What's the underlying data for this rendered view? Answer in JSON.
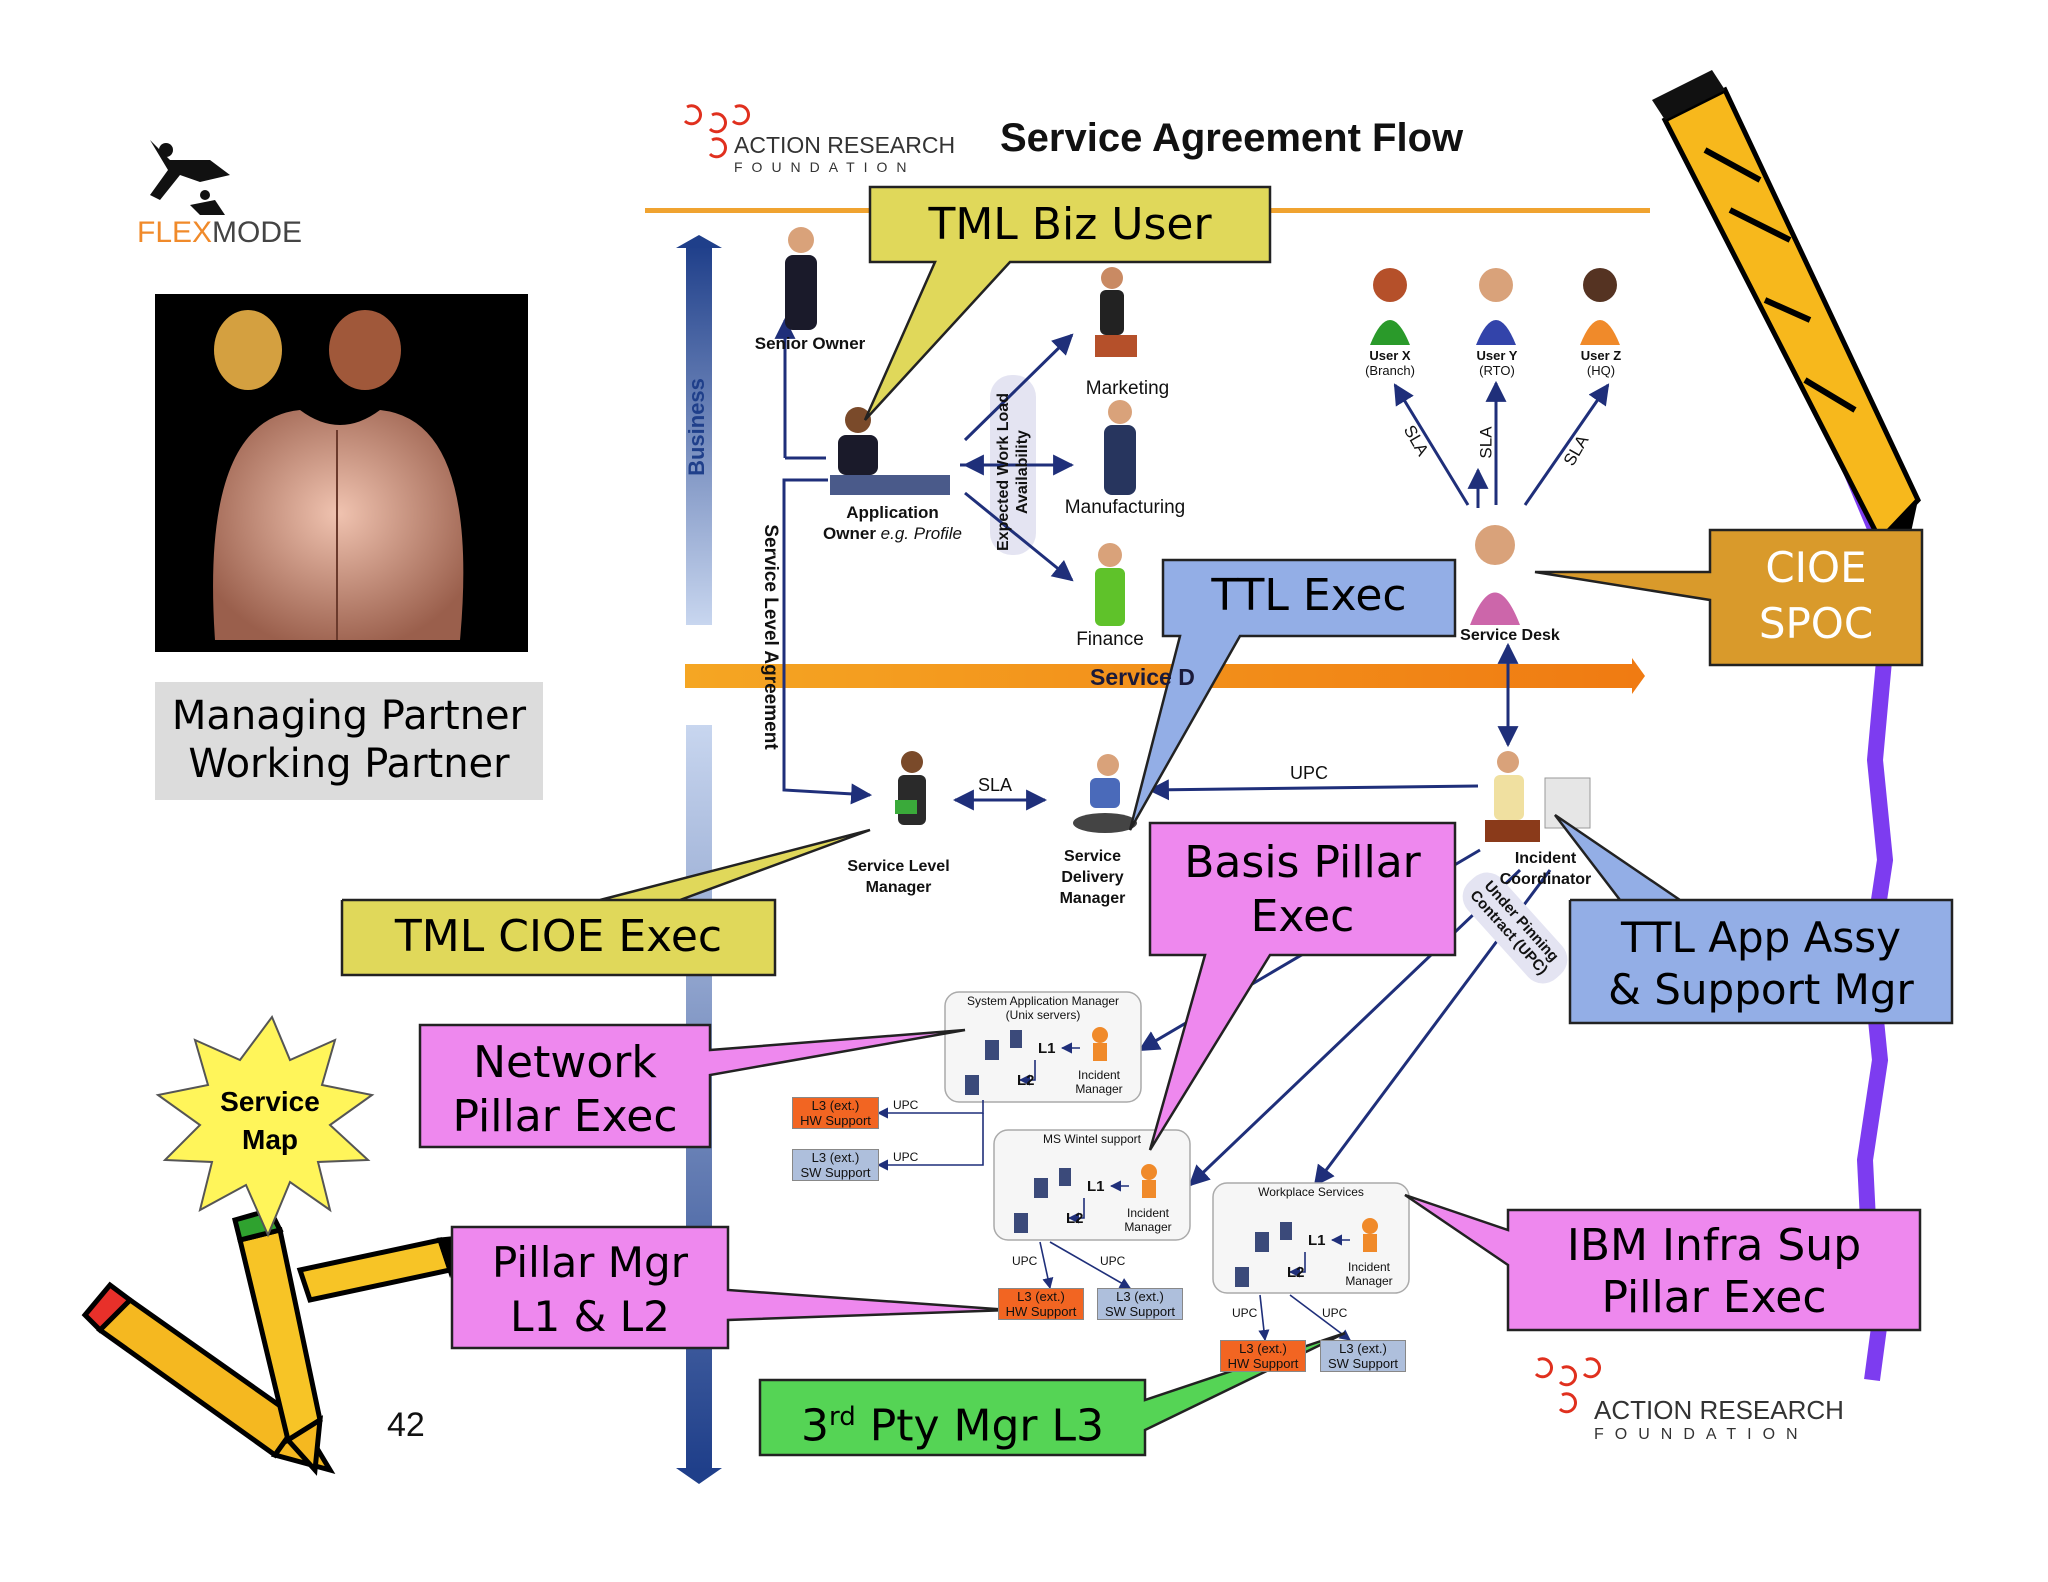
{
  "title": "Service Agreement Flow",
  "page_number": "42",
  "logos": {
    "flexmode_a": "FLEX",
    "flexmode_b": "MODE",
    "arf_line1": "ACTION RESEARCH",
    "arf_line2": "FOUNDATION"
  },
  "partner_box": {
    "line1": "Managing Partner",
    "line2": "Working Partner"
  },
  "starburst": {
    "line1": "Service",
    "line2": "Map"
  },
  "axis": {
    "business": "Business",
    "service_delivery": "Service D",
    "sla_vertical": "Service Level Agreement",
    "workload": "Expected Work Load",
    "availability": "Availability"
  },
  "roles": {
    "senior_owner": "Senior Owner",
    "app_owner_1": "Application",
    "app_owner_2a": "Owner",
    "app_owner_2b": " e.g. Profile",
    "marketing": "Marketing",
    "manufacturing": "Manufacturing",
    "finance": "Finance",
    "user_x": "User X",
    "user_x_sub": "(Branch)",
    "user_y": "User Y",
    "user_y_sub": "(RTO)",
    "user_z": "User Z",
    "user_z_sub": "(HQ)",
    "service_desk": "Service Desk",
    "slm_1": "Service Level",
    "slm_2": "Manager",
    "sdm_1": "Service",
    "sdm_2": "Delivery",
    "sdm_3": "Manager",
    "ic_1": "Incident",
    "ic_2": "Coordinator"
  },
  "flow_labels": {
    "sla": "SLA",
    "upc": "UPC",
    "upc_contract_1": "Under Pinning",
    "upc_contract_2": "Contract (UPC)"
  },
  "pillars": [
    {
      "title_1": "System Application Manager",
      "title_2": "(Unix servers)",
      "l1": "L1",
      "l2": "L2",
      "im_1": "Incident",
      "im_2": "Manager",
      "hw": [
        "L3 (ext.)",
        "HW Support"
      ],
      "sw": [
        "L3 (ext.)",
        "SW Support"
      ],
      "upc_hw": "UPC",
      "upc_sw": "UPC"
    },
    {
      "title_1": "MS Wintel support",
      "l1": "L1",
      "l2": "L2",
      "im_1": "Incident",
      "im_2": "Manager",
      "hw": [
        "L3 (ext.)",
        "HW Support"
      ],
      "sw": [
        "L3 (ext.)",
        "SW Support"
      ],
      "upc_hw": "UPC",
      "upc_sw": "UPC"
    },
    {
      "title_1": "Workplace Services",
      "l1": "L1",
      "l2": "L2",
      "im_1": "Incident",
      "im_2": "Manager",
      "hw": [
        "L3 (ext.)",
        "HW Support"
      ],
      "sw": [
        "L3 (ext.)",
        "SW Support"
      ],
      "upc_hw": "UPC",
      "upc_sw": "UPC"
    }
  ],
  "callouts": {
    "tml_biz_user": "TML Biz User",
    "cioe_spoc_1": "CIOE",
    "cioe_spoc_2": "SPOC",
    "ttl_exec": "TTL Exec",
    "basis_1": "Basis Pillar",
    "basis_2": "Exec",
    "tml_cioe_exec": "TML CIOE Exec",
    "ttl_app_1": "TTL App Assy",
    "ttl_app_2": "& Support Mgr",
    "network_1": "Network",
    "network_2": "Pillar Exec",
    "pillar_mgr_1": "Pillar Mgr",
    "pillar_mgr_2": "L1 & L2",
    "ibm_1": "IBM Infra Sup",
    "ibm_2": "Pillar Exec",
    "third_a": "3",
    "third_sup": "rd",
    "third_b": " Pty Mgr L3"
  },
  "colors": {
    "callout_yellow": "#e0d85a",
    "callout_violet": "#ee88ee",
    "callout_blue": "#93aee6",
    "callout_orange": "#d99a2b",
    "callout_green": "#55d455",
    "arrow_navy": "#1f2f7a",
    "service_bar": "#f58a1f"
  }
}
